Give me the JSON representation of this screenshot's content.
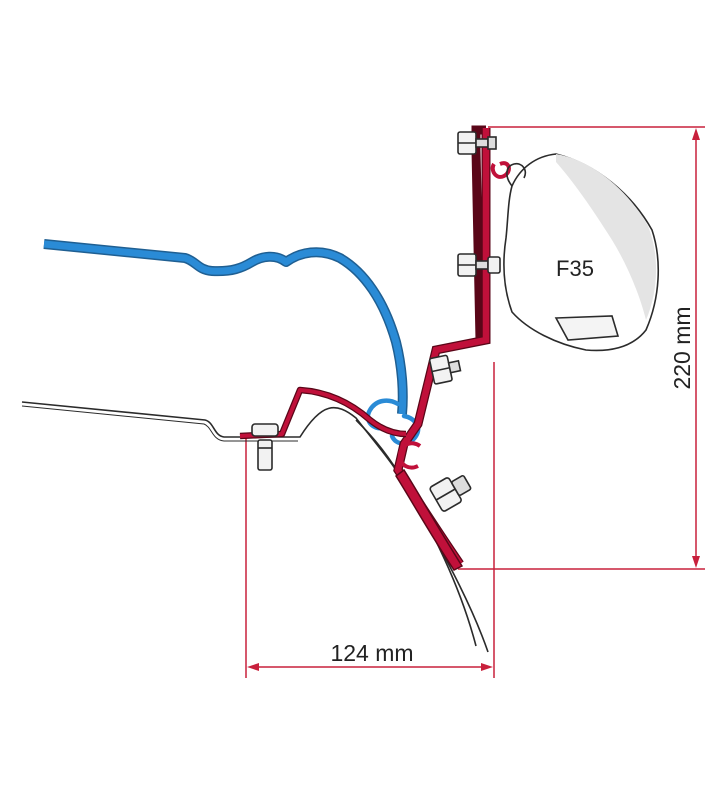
{
  "awning_label": "F35",
  "dimensions": {
    "width_label": "124 mm",
    "height_label": "220 mm"
  },
  "colors": {
    "vehicle_roof": "#2a8bd6",
    "adapter_bracket": "#c0103a",
    "dimension_lines": "#c8203c",
    "outline": "#2b2b2b"
  }
}
